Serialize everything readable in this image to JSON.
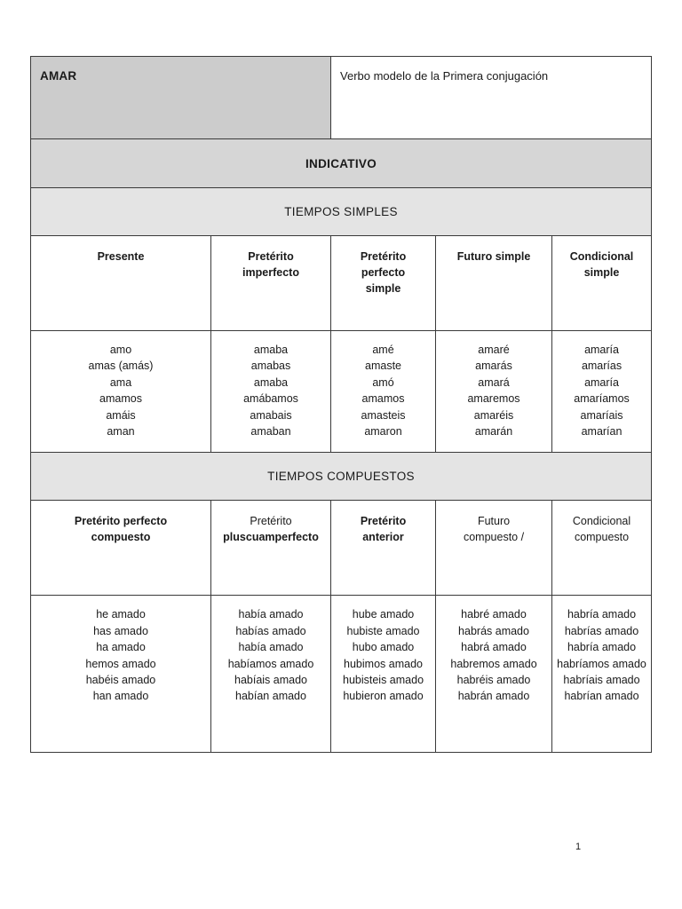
{
  "document": {
    "verb": "AMAR",
    "verb_description": "Verbo modelo de la Primera conjugación",
    "mode": "INDICATIVO",
    "page_number": "1",
    "colors": {
      "verb_cell_bg": "#CCCCCC",
      "mode_band_bg": "#D6D6D6",
      "group_band_bg": "#E4E4E4",
      "border": "#3A3A3A",
      "text": "#1A1A1A"
    }
  },
  "simple": {
    "group_label": "TIEMPOS SIMPLES",
    "columns": [
      {
        "header_line1": "Presente",
        "header_line2": "",
        "header_line3": "",
        "forms": [
          "amo",
          "amas (amás)",
          "ama",
          "amamos",
          "amáis",
          "aman"
        ]
      },
      {
        "header_line1": "Pretérito",
        "header_line2": "imperfecto",
        "header_line3": "",
        "forms": [
          "amaba",
          "amabas",
          "amaba",
          "amábamos",
          "amabais",
          "amaban"
        ]
      },
      {
        "header_line1": "Pretérito",
        "header_line2": "perfecto",
        "header_line3": "simple",
        "forms": [
          "amé",
          "amaste",
          "amó",
          "amamos",
          "amasteis",
          "amaron"
        ]
      },
      {
        "header_line1": "Futuro simple",
        "header_line2": "",
        "header_line3": "",
        "forms": [
          "amaré",
          "amarás",
          "amará",
          "amaremos",
          "amaréis",
          "amarán"
        ]
      },
      {
        "header_line1": "Condicional",
        "header_line2": "simple",
        "header_line3": "",
        "forms": [
          "amaría",
          "amarías",
          "amaría",
          "amaríamos",
          "amaríais",
          "amarían"
        ]
      }
    ]
  },
  "compound": {
    "group_label": "TIEMPOS COMPUESTOS",
    "columns": [
      {
        "header_line1": "Pretérito perfecto",
        "header_line2": "compuesto",
        "header_line3": "",
        "forms": [
          "he amado",
          "has amado",
          "ha amado",
          "hemos amado",
          "habéis amado",
          "han amado"
        ]
      },
      {
        "header_line1": "Pretérito",
        "header_line2": "pluscuamperfecto",
        "header_line3": "",
        "forms": [
          "había amado",
          "habías amado",
          "había amado",
          "habíamos amado",
          "habíais amado",
          "habían amado"
        ]
      },
      {
        "header_line1": "Pretérito",
        "header_line2": "anterior",
        "header_line3": "",
        "forms": [
          "hube amado",
          "hubiste amado",
          "hubo amado",
          "hubimos amado",
          "hubisteis amado",
          "hubieron amado"
        ]
      },
      {
        "header_line1": "Futuro",
        "header_line2": "compuesto /",
        "header_line3": "",
        "forms": [
          "habré amado",
          "habrás amado",
          "habrá amado",
          "habremos amado",
          "habréis amado",
          "habrán amado"
        ]
      },
      {
        "header_line1": "Condicional",
        "header_line2": "compuesto",
        "header_line3": "",
        "forms": [
          "habría amado",
          "habrías amado",
          "habría amado",
          "habríamos amado",
          "habríais amado",
          "habrían amado"
        ]
      }
    ]
  }
}
